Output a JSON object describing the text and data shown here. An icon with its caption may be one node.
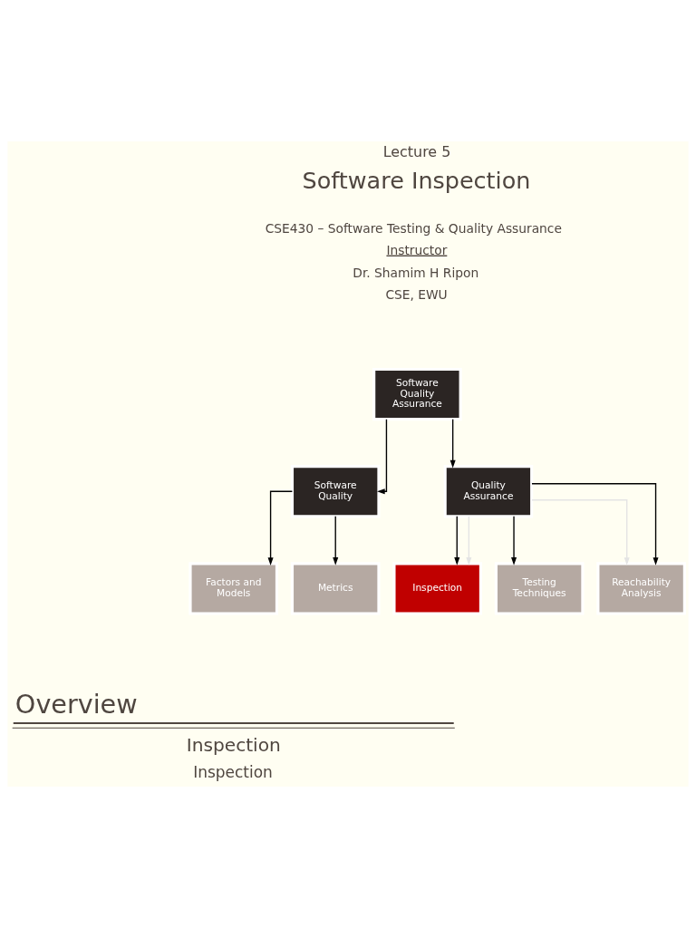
{
  "diagram": {
    "nodes": [
      {
        "text": [
          "Software Quality Assurance"
        ]
      },
      {
        "text": [
          "Software Quality"
        ]
      },
      {
        "text": [
          "Quality Assurance"
        ]
      },
      {
        "text": [
          "Factors and Models"
        ]
      },
      {
        "text": [
          "Metrics"
        ]
      },
      {
        "text": [
          "Inspection"
        ]
      },
      {
        "text": [
          "Testing Techniques"
        ]
      },
      {
        "text": [
          "Reachability Analysis"
        ]
      }
    ],
    "edges": [
      {
        "from": 0,
        "to": 1,
        "arrow": "to"
      },
      {
        "from": 0,
        "to": 2,
        "arrow": "to"
      },
      {
        "from": 1,
        "to": 3,
        "arrow": "to"
      },
      {
        "from": 1,
        "to": 4,
        "arrow": "to"
      },
      {
        "from": 2,
        "to": 5,
        "arrow": "to"
      },
      {
        "from": 2,
        "to": 6,
        "arrow": "to"
      },
      {
        "from": 2,
        "to": 7,
        "arrow": "to"
      },
      {
        "from": 2,
        "to": 5,
        "arrow": "to",
        "color": "#e4e4e4"
      },
      {
        "from": 2,
        "to": 7,
        "arrow": "to",
        "color": "#e4e4e4"
      }
    ],
    "labels": [
      "Lecture 5",
      "Software Inspection",
      "CSE430 – Software Testing & Quality Assurance",
      "Instructor",
      "Dr. Shamim H Ripon",
      "CSE, EWU",
      "Overview",
      "Inspection",
      "Inspection"
    ]
  }
}
